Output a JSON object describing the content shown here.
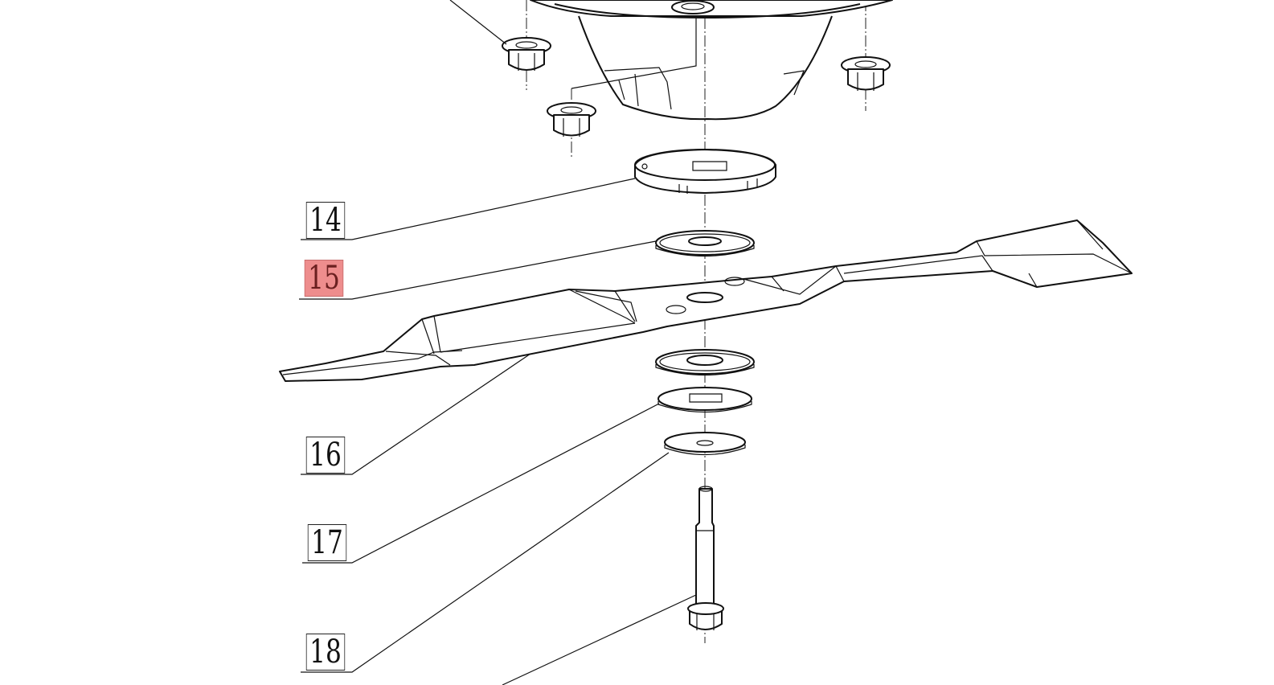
{
  "diagram": {
    "callouts": [
      {
        "id": "14",
        "label": "14",
        "highlighted": false
      },
      {
        "id": "15",
        "label": "15",
        "highlighted": true
      },
      {
        "id": "16",
        "label": "16",
        "highlighted": false
      },
      {
        "id": "17",
        "label": "17",
        "highlighted": false
      },
      {
        "id": "18",
        "label": "18",
        "highlighted": false
      }
    ],
    "colors": {
      "line": "#111111",
      "highlight": "#ee8d8d",
      "background": "#ffffff"
    },
    "parts": [
      "blade-adapter-hub",
      "flange-nut",
      "drive-plate",
      "washer",
      "mower-blade",
      "keyed-washer",
      "support-washer",
      "blade-bolt"
    ]
  }
}
